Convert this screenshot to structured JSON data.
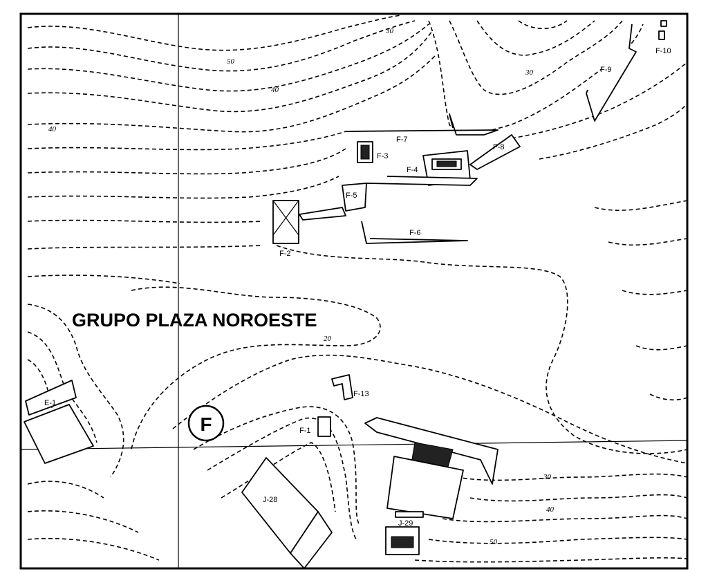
{
  "map": {
    "title": "GRUPO PLAZA NOROESTE",
    "badge": "F",
    "structures": {
      "e1": "E-1",
      "f1": "F-1",
      "f2": "F-2",
      "f3": "F-3",
      "f4": "F-4",
      "f5": "F-5",
      "f6": "F-6",
      "f7": "F-7",
      "f8": "F-8",
      "f9": "F-9",
      "f10": "F-10",
      "f13": "F-13",
      "j28": "J-28",
      "j29": "J-29"
    },
    "contour_labels": {
      "c1": "50",
      "c2": "40",
      "c3": "40",
      "c4": "30",
      "c5": "30",
      "c6": "20",
      "c7": "30",
      "c8": "40",
      "c9": "50"
    }
  }
}
